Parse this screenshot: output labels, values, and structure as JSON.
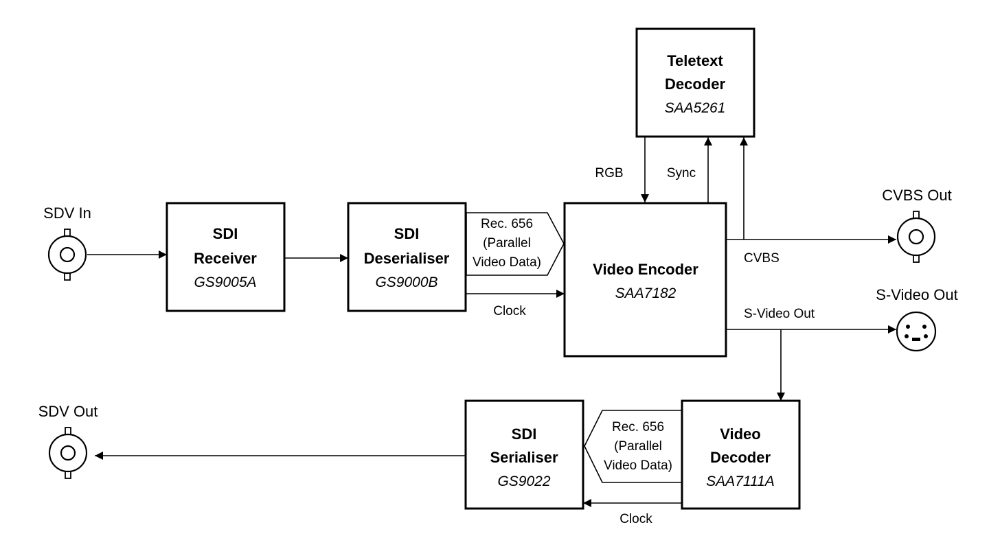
{
  "connectors": {
    "sdv_in": "SDV In",
    "sdv_out": "SDV Out",
    "cvbs_out": "CVBS Out",
    "svideo_out": "S-Video Out"
  },
  "blocks": {
    "sdi_receiver": {
      "line1": "SDI",
      "line2": "Receiver",
      "part": "GS9005A"
    },
    "sdi_deserialiser": {
      "line1": "SDI",
      "line2": "Deserialiser",
      "part": "GS9000B"
    },
    "video_encoder": {
      "line1": "Video Encoder",
      "part": "SAA7182"
    },
    "teletext_decoder": {
      "line1": "Teletext",
      "line2": "Decoder",
      "part": "SAA5261"
    },
    "video_decoder": {
      "line1": "Video",
      "line2": "Decoder",
      "part": "SAA7111A"
    },
    "sdi_serialiser": {
      "line1": "SDI",
      "line2": "Serialiser",
      "part": "GS9022"
    }
  },
  "signals": {
    "rec656_top": {
      "line1": "Rec. 656",
      "line2": "(Parallel",
      "line3": "Video Data)"
    },
    "rec656_bottom": {
      "line1": "Rec. 656",
      "line2": "(Parallel",
      "line3": "Video Data)"
    },
    "clock_top": "Clock",
    "clock_bottom": "Clock",
    "rgb": "RGB",
    "sync": "Sync",
    "cvbs": "CVBS",
    "svideo": "S-Video Out"
  }
}
